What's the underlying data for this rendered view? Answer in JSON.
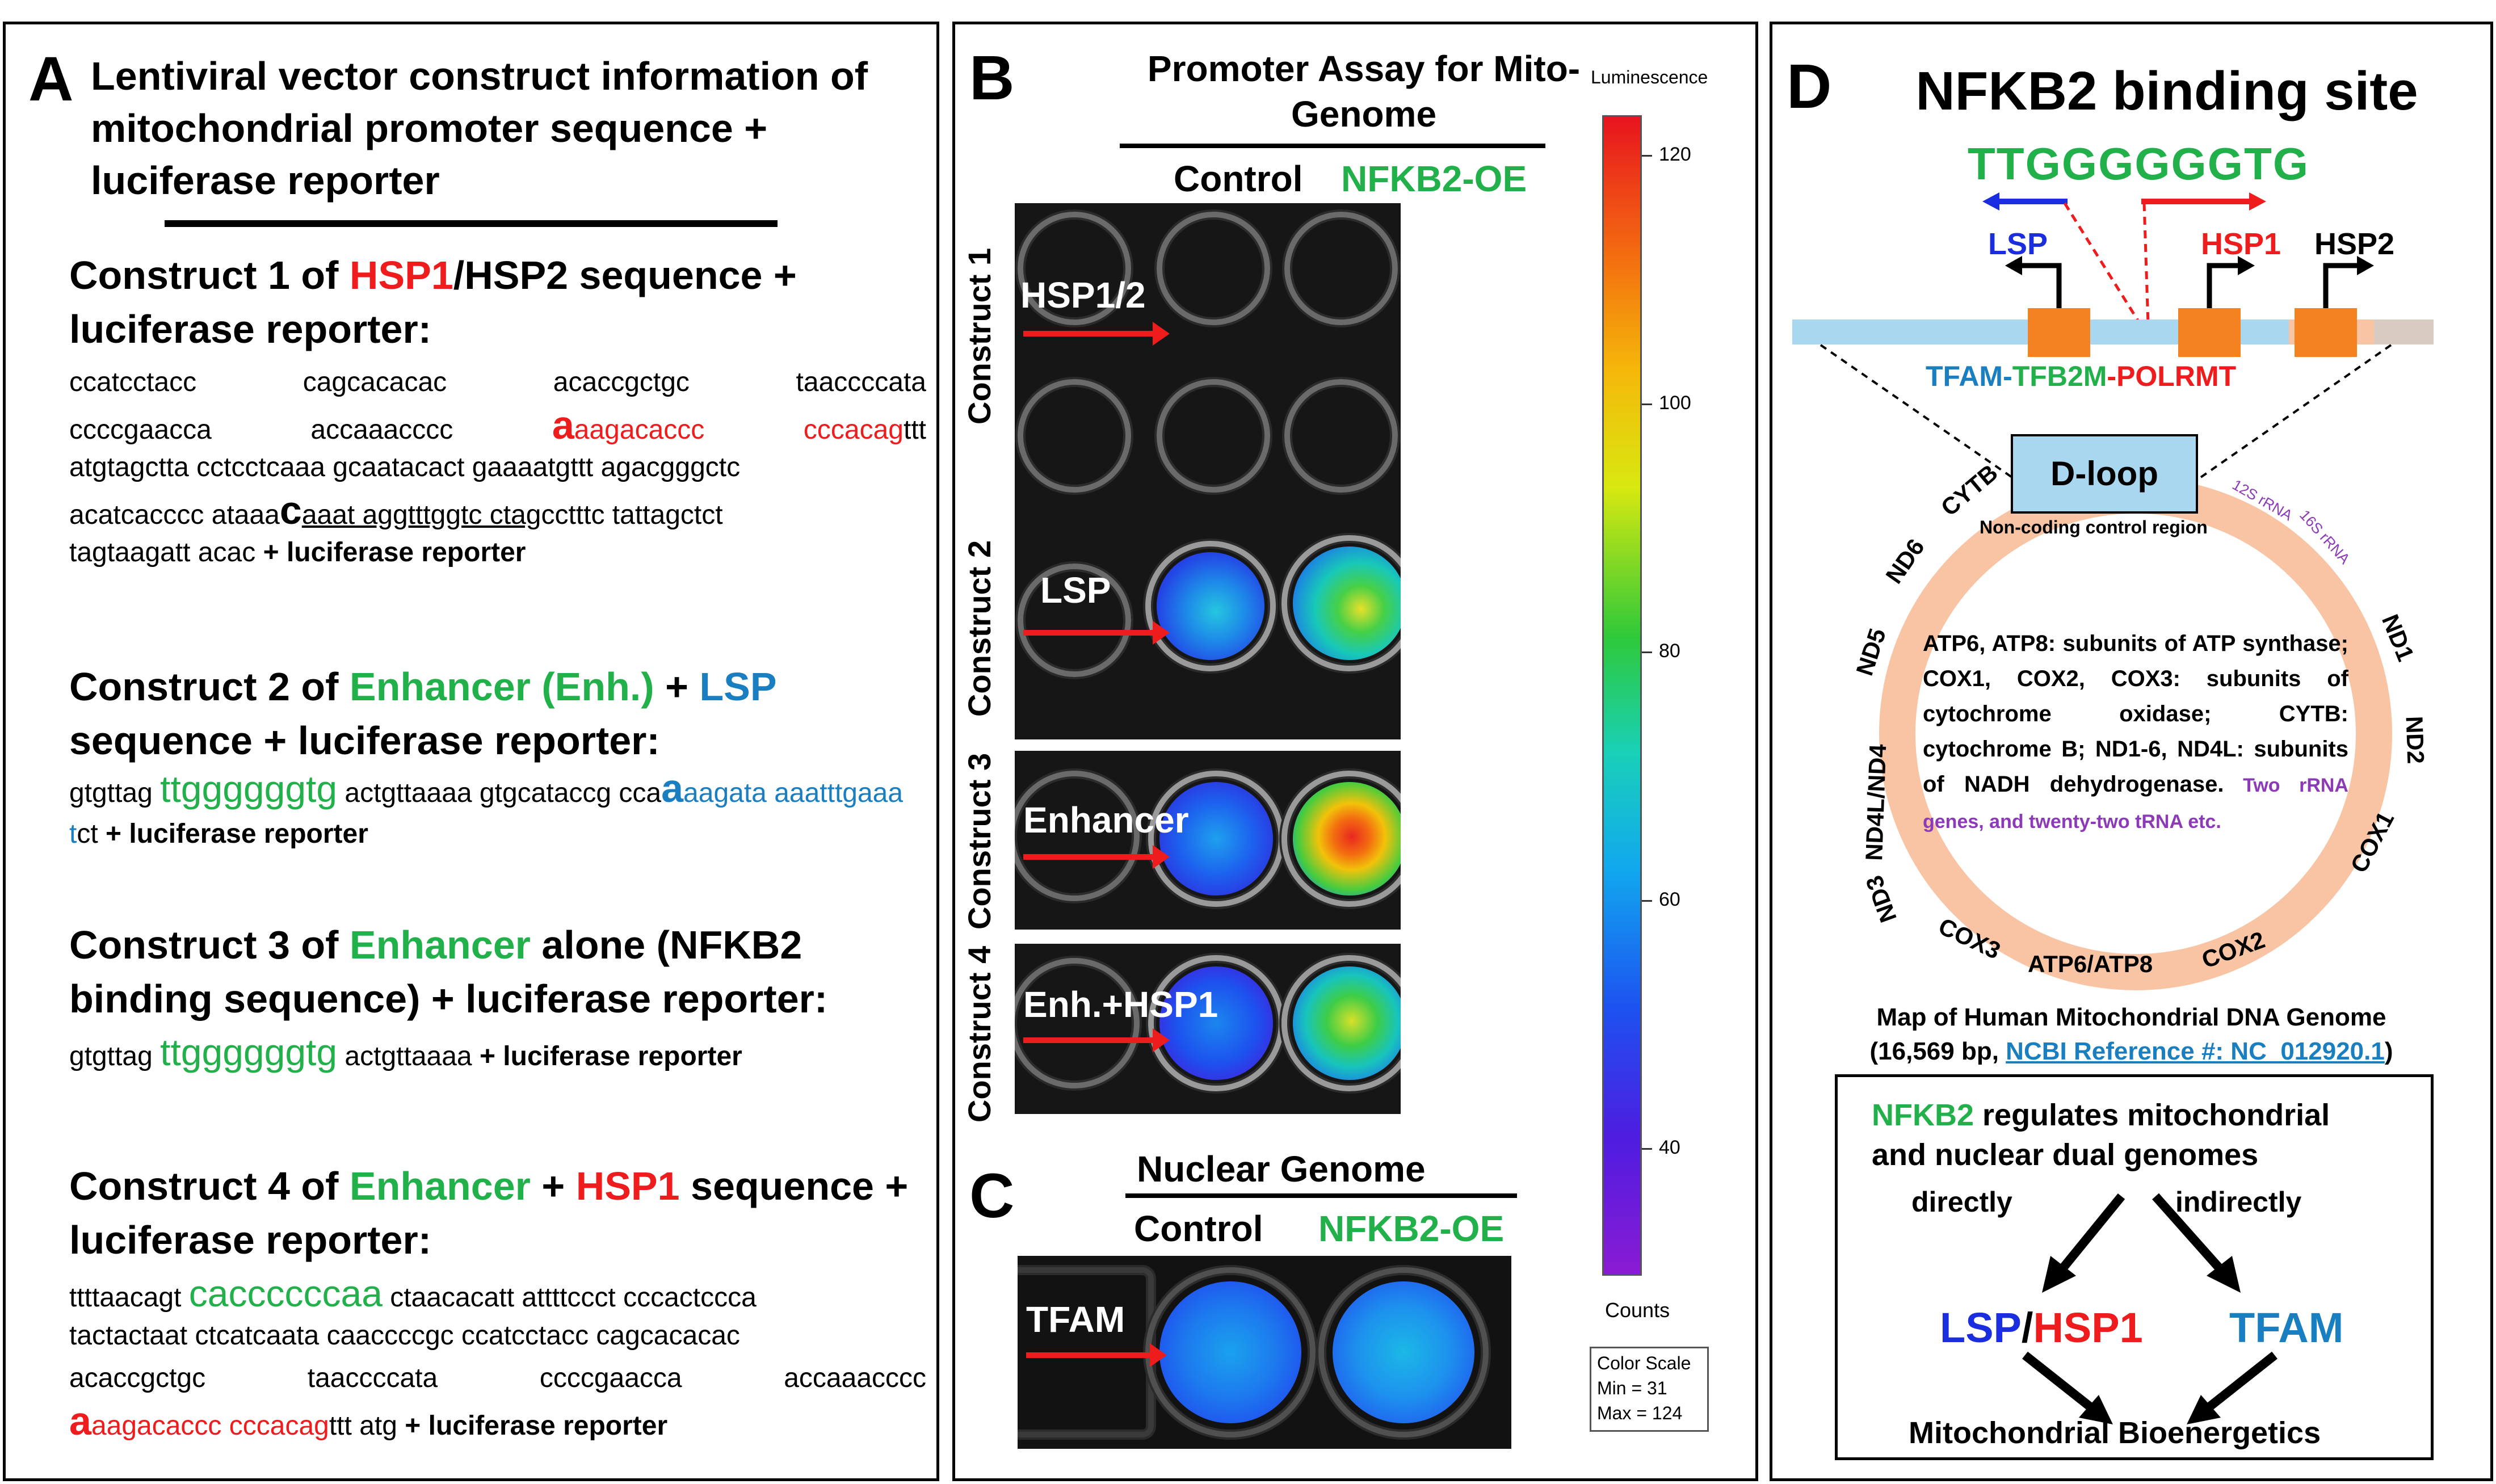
{
  "panelA": {
    "letter": "A",
    "title": "Lentiviral vector construct information of mitochondrial promoter sequence + luciferase reporter",
    "construct1": {
      "h_pre": "Construct 1 of ",
      "h_red": "HSP1",
      "h_post": "/HSP2 sequence + luciferase reporter:",
      "l1": [
        "ccatcctacc",
        "cagcacacac",
        "acaccgctgc",
        "taaccccata"
      ],
      "l2_a": "ccccgaacca",
      "l2_b": "accaaacccc",
      "l2_c_big": "a",
      "l2_c": "aagacaccc",
      "l2_d": "cccacag",
      "l2_e": "ttt",
      "l3": "atgtagctta cctcctcaaa gcaatacact gaaaatgttt agacgggctc",
      "l4_a": "acatcacccc ataaa",
      "l4_big": "c",
      "l4_u": "aaat aggtttggtc ctag",
      "l4_b": "cctttc tattagctct",
      "l5": "tagtaagatt acac",
      "lr": " + luciferase reporter"
    },
    "construct2": {
      "h_pre": "Construct 2 of ",
      "h_green": "Enhancer (Enh.)",
      "h_mid": " + ",
      "h_blue": "LSP",
      "h_post": " sequence + luciferase reporter:",
      "s_a": "gtgttag ",
      "s_g": "ttggggggtg",
      "s_b": " actgttaaaa gtgcataccg cca",
      "s_bigA": "a",
      "s_blue": "aagata aaatttgaaa t",
      "s_c": "ct ",
      "lr": "+ luciferase reporter"
    },
    "construct3": {
      "h_pre": "Construct 3 of ",
      "h_green": "Enhancer",
      "h_post": " alone (NFKB2 binding sequence) + luciferase reporter:",
      "s_a": "gtgttag ",
      "s_g": "ttggggggtg",
      "s_b": " actgttaaaa ",
      "lr": "+ luciferase reporter"
    },
    "construct4": {
      "h_pre": "Construct 4 of ",
      "h_green": "Enhancer",
      "h_mid": " + ",
      "h_red": "HSP1",
      "h_post": " sequence + luciferase reporter:",
      "l1_a": "ttttaacagt ",
      "l1_g": "caccccccaa",
      "l1_b": " ctaacacatt attttccct cccactccca",
      "l2": "tactactaat ctcatcaata caaccccgc ccatcctacc cagcacacac",
      "l3": [
        "acaccgctgc",
        "taaccccata",
        "ccccgaacca",
        "accaaacccc"
      ],
      "l4_big": "a",
      "l4_red": "aagacaccc cccacag",
      "l4_b": "ttt atg ",
      "lr": "+ luciferase reporter"
    }
  },
  "panelB": {
    "letter": "B",
    "title": "Promoter Assay for Mito-Genome",
    "control": "Control",
    "oe": "NFKB2-OE",
    "construct_labels": [
      "Construct 1",
      "Construct 2",
      "Construct 3",
      "Construct 4"
    ],
    "well_labels": [
      "HSP1/2",
      "LSP",
      "Enhancer",
      "Enh.+HSP1"
    ],
    "colorbar": {
      "title": "Luminescence",
      "ticks": [
        "120",
        "100",
        "80",
        "60",
        "40"
      ],
      "counts": "Counts",
      "scale_title": "Color Scale",
      "min": "Min = 31",
      "max": "Max = 124"
    }
  },
  "panelC": {
    "letter": "C",
    "title": "Nuclear Genome",
    "control": "Control",
    "oe": "NFKB2-OE",
    "well_label": "TFAM"
  },
  "panelD": {
    "letter": "D",
    "title": "NFKB2 binding site",
    "sequence": "TTGGGGGGTG",
    "lsp": "LSP",
    "hsp1": "HSP1",
    "hsp2": "HSP2",
    "tf_tfam": "TFAM",
    "tf_dash1": "-",
    "tf_tfb2m": "TFB2M",
    "tf_dash2": "-",
    "tf_polrmt": "POLRMT",
    "dloop": "D-loop",
    "ncr": "Non-coding control region",
    "ring_genes": [
      "CYTB",
      "ND6",
      "ND5",
      "ND4L/ND4",
      "ND3",
      "COX3",
      "ATP6/ATP8",
      "COX2",
      "COX1",
      "ND2",
      "ND1",
      "16S rRNA",
      "12S rRNA"
    ],
    "desc_black": "ATP6, ATP8: subunits of ATP synthase; COX1, COX2, COX3: subunits of cytochrome oxidase; CYTB: cytochrome B; ND1-6, ND4L: subunits of NADH dehydrogenase.",
    "desc_purple": " Two rRNA genes, and twenty-two tRNA etc.",
    "map_title": "Map of Human Mitochondrial DNA Genome",
    "map_pre": "(16,569 bp, ",
    "map_link": "NCBI Reference #: NC_012920.1",
    "map_post": ")",
    "box_nfkb2": "NFKB2",
    "box_line1": " regulates mitochondrial",
    "box_line2": "and nuclear dual genomes",
    "directly": "directly",
    "indirectly": "indirectly",
    "box_lsp": "LSP",
    "box_slash": "/",
    "box_hsp1": "HSP1",
    "box_tfam": "TFAM",
    "bioenergetics": "Mitochondrial Bioenergetics"
  },
  "colors": {
    "red": "#ee1c1c",
    "green": "#22b04b",
    "blue": "#1a7fc1",
    "dark_blue": "#1a2ee0",
    "orange_box": "#f58220",
    "ring": "#f8c4a4",
    "dloop_fill": "#a9d7f0",
    "purple": "#8d3ab8"
  }
}
